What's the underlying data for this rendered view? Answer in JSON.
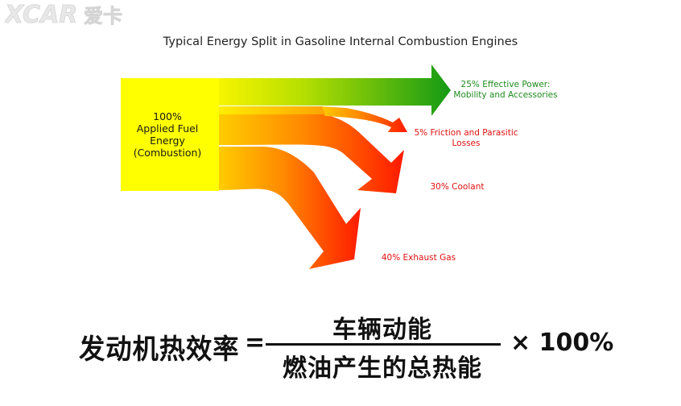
{
  "watermark": {
    "text": "爱卡"
  },
  "diagram": {
    "title": "Typical Energy Split in Gasoline Internal Combustion Engines",
    "source": {
      "lines": [
        "100%",
        "Applied Fuel",
        "Energy",
        "(Combustion)"
      ]
    },
    "flows": [
      {
        "percent": 25,
        "lines": [
          "25% Effective Power:",
          "Mobility and Accessories"
        ],
        "color": "#1e8a1e"
      },
      {
        "percent": 5,
        "lines": [
          "5% Friction and Parasitic",
          "Losses"
        ],
        "color": "#e01010"
      },
      {
        "percent": 30,
        "lines": [
          "30% Coolant"
        ],
        "color": "#e01010"
      },
      {
        "percent": 40,
        "lines": [
          "40%  Exhaust Gas"
        ],
        "color": "#e01010"
      }
    ],
    "colors": {
      "fuel": "#ffff00",
      "power": "#159a15",
      "loss_start": "#ff9900",
      "loss_end": "#ff1a00"
    }
  },
  "formula": {
    "lhs": "发动机热效率",
    "equals": "=",
    "numerator": "车辆动能",
    "denominator": "燃油产生的总热能",
    "multiplier": "× 100%"
  }
}
